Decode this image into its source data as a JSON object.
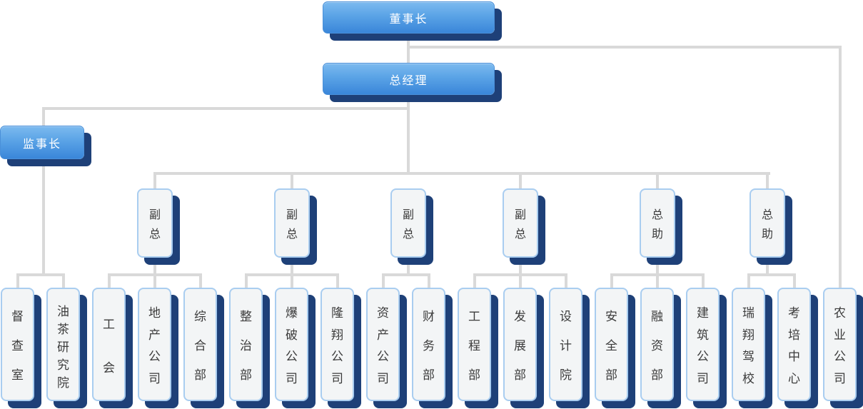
{
  "org": {
    "chairman": {
      "label": "董事长"
    },
    "general_manager": {
      "label": "总经理"
    },
    "supervisor": {
      "label": "监事长"
    },
    "executives": [
      {
        "label": "副总",
        "reports_to": "总经理"
      },
      {
        "label": "副总",
        "reports_to": "总经理"
      },
      {
        "label": "副总",
        "reports_to": "总经理"
      },
      {
        "label": "副总",
        "reports_to": "总经理"
      },
      {
        "label": "总助",
        "reports_to": "总经理"
      },
      {
        "label": "总助",
        "reports_to": "总经理"
      }
    ],
    "departments": [
      {
        "label": "督查室",
        "parent": "监事长"
      },
      {
        "label": "油茶研究院",
        "parent": "监事长"
      },
      {
        "label": "工会",
        "parent": "副总-1"
      },
      {
        "label": "地产公司",
        "parent": "副总-1"
      },
      {
        "label": "综合部",
        "parent": "副总-1"
      },
      {
        "label": "整治部",
        "parent": "副总-2"
      },
      {
        "label": "爆破公司",
        "parent": "副总-2"
      },
      {
        "label": "隆翔公司",
        "parent": "副总-2"
      },
      {
        "label": "资产公司",
        "parent": "副总-3"
      },
      {
        "label": "财务部",
        "parent": "副总-3"
      },
      {
        "label": "工程部",
        "parent": "副总-4"
      },
      {
        "label": "发展部",
        "parent": "副总-4"
      },
      {
        "label": "设计院",
        "parent": "副总-4"
      },
      {
        "label": "安全部",
        "parent": "总助-1"
      },
      {
        "label": "融资部",
        "parent": "总助-1"
      },
      {
        "label": "建筑公司",
        "parent": "总助-1"
      },
      {
        "label": "瑞翔驾校",
        "parent": "总助-2"
      },
      {
        "label": "考培中心",
        "parent": "总助-2"
      },
      {
        "label": "农业公司",
        "parent": "董事长"
      }
    ],
    "colors": {
      "node_blue_top": "#7cbaef",
      "node_blue_bottom": "#3a86d9",
      "shadow_navy": "#1e4078",
      "connector_gray": "#d9d9d9",
      "white_node_fill": "#f3f5f6",
      "white_node_border": "#a9cdf0",
      "text_dark": "#3b3b3b",
      "text_light": "#ffffff"
    }
  }
}
